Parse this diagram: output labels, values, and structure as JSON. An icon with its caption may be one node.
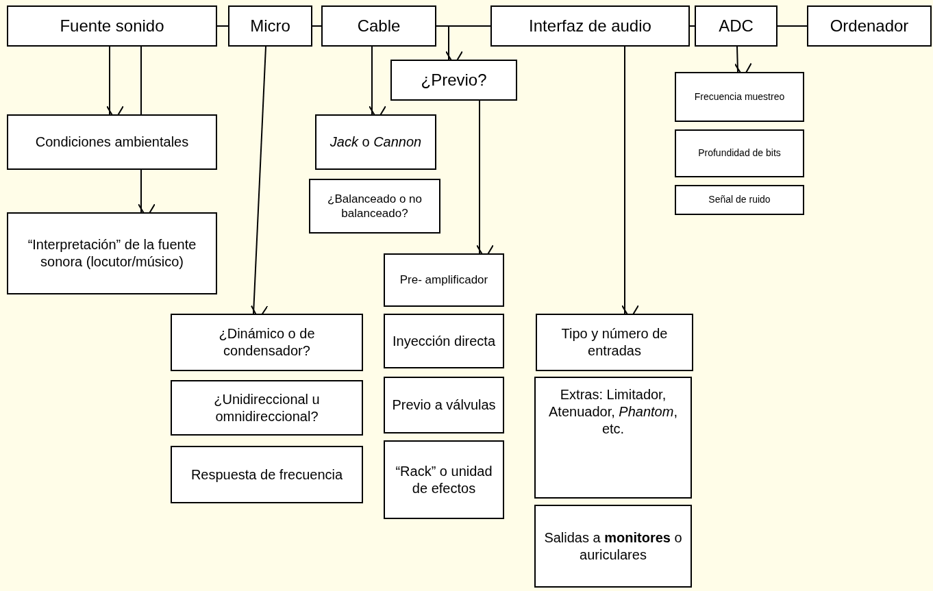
{
  "diagram": {
    "nodes": [
      {
        "text": [
          "Fuente sonido"
        ]
      },
      {
        "text": [
          "Micro"
        ]
      },
      {
        "text": [
          "Cable"
        ]
      },
      {
        "text": [
          "Interfaz de audio"
        ]
      },
      {
        "text": [
          "ADC"
        ]
      },
      {
        "text": [
          "Ordenador"
        ]
      },
      {
        "text": [
          "¿Previo?"
        ]
      },
      {
        "text": [
          "Condiciones ambientales"
        ]
      },
      {
        "text": [
          "“Interpretación” de la fuente sonora (locutor/músico)"
        ]
      },
      {
        "text": [
          "*Jack* o *Cannon*"
        ]
      },
      {
        "text": [
          "¿Balanceado o no balanceado?"
        ]
      },
      {
        "text": [
          "Frecuencia muestreo"
        ]
      },
      {
        "text": [
          "Profundidad de bits"
        ]
      },
      {
        "text": [
          "Señal de ruido"
        ]
      },
      {
        "text": [
          "Pre- amplificador"
        ]
      },
      {
        "text": [
          "Inyección directa"
        ]
      },
      {
        "text": [
          "Previo a válvulas"
        ]
      },
      {
        "text": [
          "“Rack” o unidad de efectos"
        ]
      },
      {
        "text": [
          "¿Dinámico o de condensador?"
        ]
      },
      {
        "text": [
          "¿Unidireccional u omnidireccional?"
        ]
      },
      {
        "text": [
          "Respuesta de frecuencia"
        ]
      },
      {
        "text": [
          "Tipo y número de entradas"
        ]
      },
      {
        "text": [
          "Extras: Limitador, Atenuador, *Phantom*, etc."
        ]
      },
      {
        "text": [
          "Salidas a **monitores** o auriculares"
        ]
      }
    ],
    "edges": [
      {
        "from": 0,
        "to": 1,
        "arrow": "none"
      },
      {
        "from": 1,
        "to": 2,
        "arrow": "none"
      },
      {
        "from": 2,
        "to": 3,
        "arrow": "none"
      },
      {
        "from": 3,
        "to": 4,
        "arrow": "none"
      },
      {
        "from": 4,
        "to": 5,
        "arrow": "none"
      },
      {
        "from": 0,
        "to": 7,
        "arrow": "to"
      },
      {
        "from": 7,
        "to": 0,
        "arrow": "none"
      },
      {
        "from": 7,
        "to": 8,
        "arrow": "to"
      },
      {
        "from": 1,
        "to": 18,
        "arrow": "to"
      },
      {
        "from": 2,
        "to": 9,
        "arrow": "to"
      },
      {
        "from": 2,
        "to": 6,
        "arrow": "to"
      },
      {
        "from": 6,
        "to": 14,
        "arrow": "to"
      },
      {
        "from": 3,
        "to": 21,
        "arrow": "to"
      },
      {
        "from": 4,
        "to": 11,
        "arrow": "to"
      }
    ]
  }
}
